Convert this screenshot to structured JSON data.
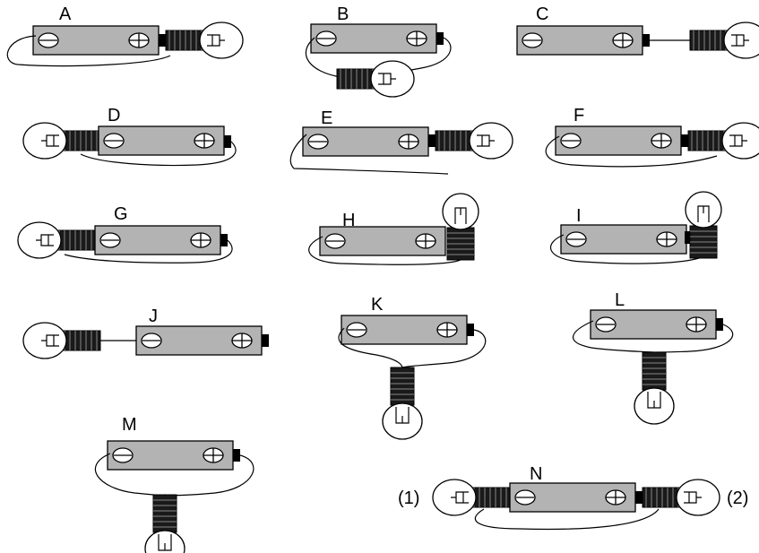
{
  "labels": {
    "A": "A",
    "B": "B",
    "C": "C",
    "D": "D",
    "E": "E",
    "F": "F",
    "G": "G",
    "H": "H",
    "I": "I",
    "J": "J",
    "K": "K",
    "L": "L",
    "M": "M",
    "N": "N",
    "n1": "(1)",
    "n2": "(2)"
  }
}
